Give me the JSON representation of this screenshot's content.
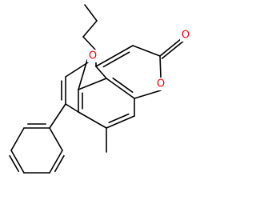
{
  "molecule": {
    "atoms": {
      "ring_oxygen": {
        "label": "O",
        "color": "#ff0000"
      },
      "carbonyl_oxygen": {
        "label": "O",
        "color": "#ff0000"
      },
      "furan_oxygen": {
        "label": "O",
        "color": "#ff0000"
      }
    },
    "bond_color": "#000000"
  }
}
